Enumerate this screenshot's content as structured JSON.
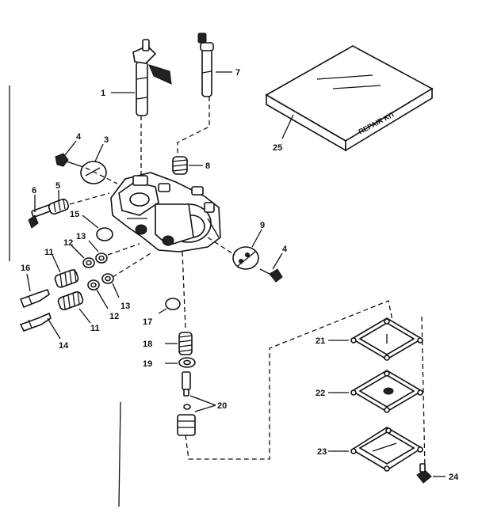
{
  "labels": {
    "l1": "1",
    "l7": "7",
    "l25": "25",
    "l4a": "4",
    "l3": "3",
    "l8": "8",
    "l6": "6",
    "l5": "5",
    "l15": "15",
    "l9": "9",
    "l4b": "4",
    "l13a": "13",
    "l12a": "12",
    "l11a": "11",
    "l16": "16",
    "l13b": "13",
    "l12b": "12",
    "l11b": "11",
    "l14": "14",
    "l17": "17",
    "l18": "18",
    "l19": "19",
    "l20": "20",
    "l21": "21",
    "l22": "22",
    "l23": "23",
    "l24": "24"
  },
  "kit_text": "REPAIR KIT",
  "icons": [
    "carburetor-body",
    "repair-kit-box",
    "diaphragm-gasket",
    "needle-valve",
    "spring",
    "screw",
    "washer"
  ]
}
